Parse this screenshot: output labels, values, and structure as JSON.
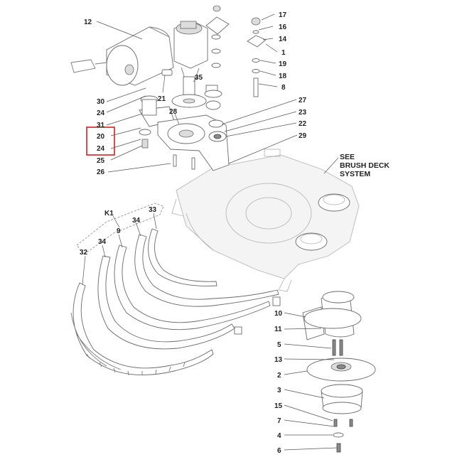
{
  "callouts": {
    "12": "12",
    "30": "30",
    "24a": "24",
    "31": "31",
    "20": "20",
    "24b": "24",
    "25": "25",
    "26": "26",
    "21": "21",
    "35": "35",
    "28": "28",
    "17": "17",
    "16": "16",
    "14": "14",
    "1": "1",
    "19": "19",
    "18": "18",
    "8": "8",
    "27": "27",
    "23": "23",
    "22": "22",
    "29": "29",
    "K1": "K1",
    "33": "33",
    "34a": "34",
    "9": "9",
    "34b": "34",
    "32": "32",
    "10": "10",
    "11": "11",
    "5": "5",
    "13": "13",
    "2": "2",
    "3": "3",
    "15": "15",
    "7": "7",
    "4": "4",
    "6": "6"
  },
  "note": {
    "line1": "SEE",
    "line2": "BRUSH DECK",
    "line3": "SYSTEM"
  },
  "colors": {
    "highlight": "#d62020",
    "line": "#7a7a7a",
    "label": "#222222"
  }
}
